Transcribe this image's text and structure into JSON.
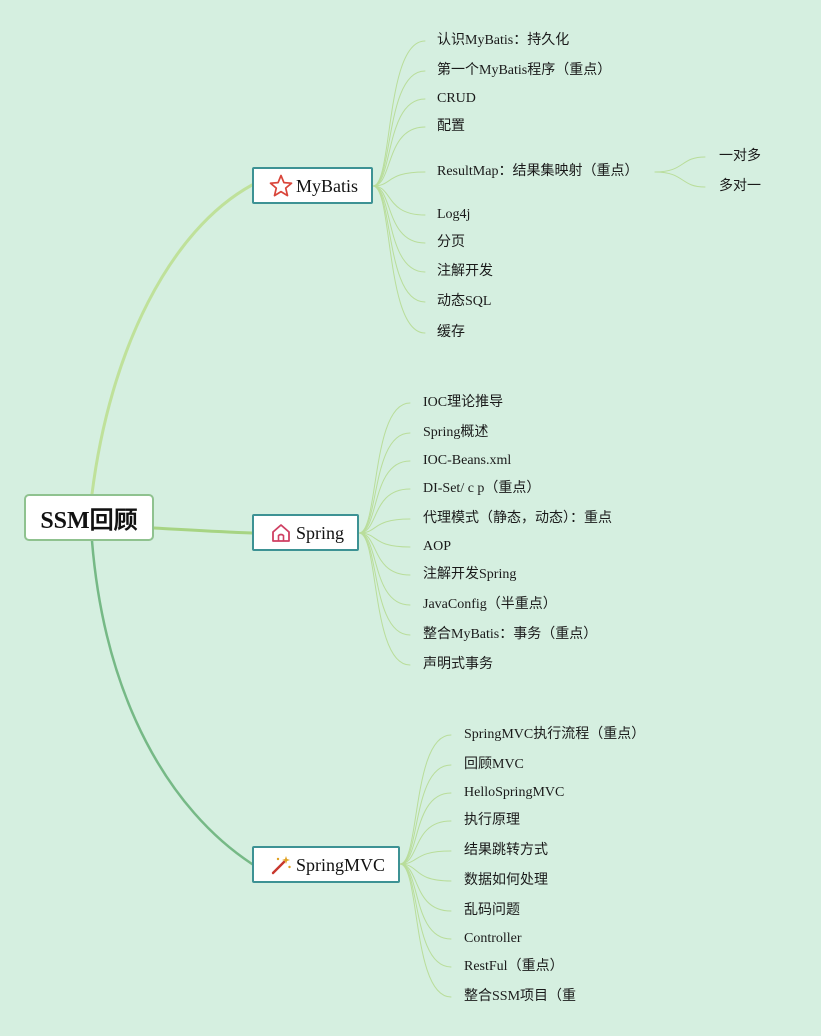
{
  "root": {
    "label": "SSM回顾"
  },
  "colors": {
    "background": "#d5efe0",
    "branch_border": "#3d9294",
    "mybatis_link": "#bfe19a",
    "spring_link": "#a7d483",
    "springmvc_link": "#76b986",
    "leaf_link": "#b9dd9a"
  },
  "branches": [
    {
      "label": "MyBatis",
      "icon": "star-icon",
      "children": [
        {
          "label": "认识MyBatis：持久化"
        },
        {
          "label": "第一个MyBatis程序（重点）"
        },
        {
          "label": "CRUD"
        },
        {
          "label": "配置"
        },
        {
          "label": "ResultMap：结果集映射（重点）",
          "children": [
            {
              "label": "一对多"
            },
            {
              "label": "多对一"
            }
          ]
        },
        {
          "label": "Log4j"
        },
        {
          "label": "分页"
        },
        {
          "label": "注解开发"
        },
        {
          "label": "动态SQL"
        },
        {
          "label": "缓存"
        }
      ]
    },
    {
      "label": "Spring",
      "icon": "house-icon",
      "children": [
        {
          "label": "IOC理论推导"
        },
        {
          "label": "Spring概述"
        },
        {
          "label": "IOC-Beans.xml"
        },
        {
          "label": "DI-Set/ c p（重点）"
        },
        {
          "label": "代理模式（静态，动态）：重点"
        },
        {
          "label": "AOP"
        },
        {
          "label": "注解开发Spring"
        },
        {
          "label": "JavaConfig（半重点）"
        },
        {
          "label": "整合MyBatis：事务（重点）"
        },
        {
          "label": "声明式事务"
        }
      ]
    },
    {
      "label": "SpringMVC",
      "icon": "magic-wand-icon",
      "children": [
        {
          "label": "SpringMVC执行流程（重点）"
        },
        {
          "label": "回顾MVC"
        },
        {
          "label": "HelloSpringMVC"
        },
        {
          "label": "执行原理"
        },
        {
          "label": "结果跳转方式"
        },
        {
          "label": "数据如何处理"
        },
        {
          "label": "乱码问题"
        },
        {
          "label": "Controller"
        },
        {
          "label": "RestFul（重点）"
        },
        {
          "label": "整合SSM项目（重"
        }
      ]
    }
  ]
}
